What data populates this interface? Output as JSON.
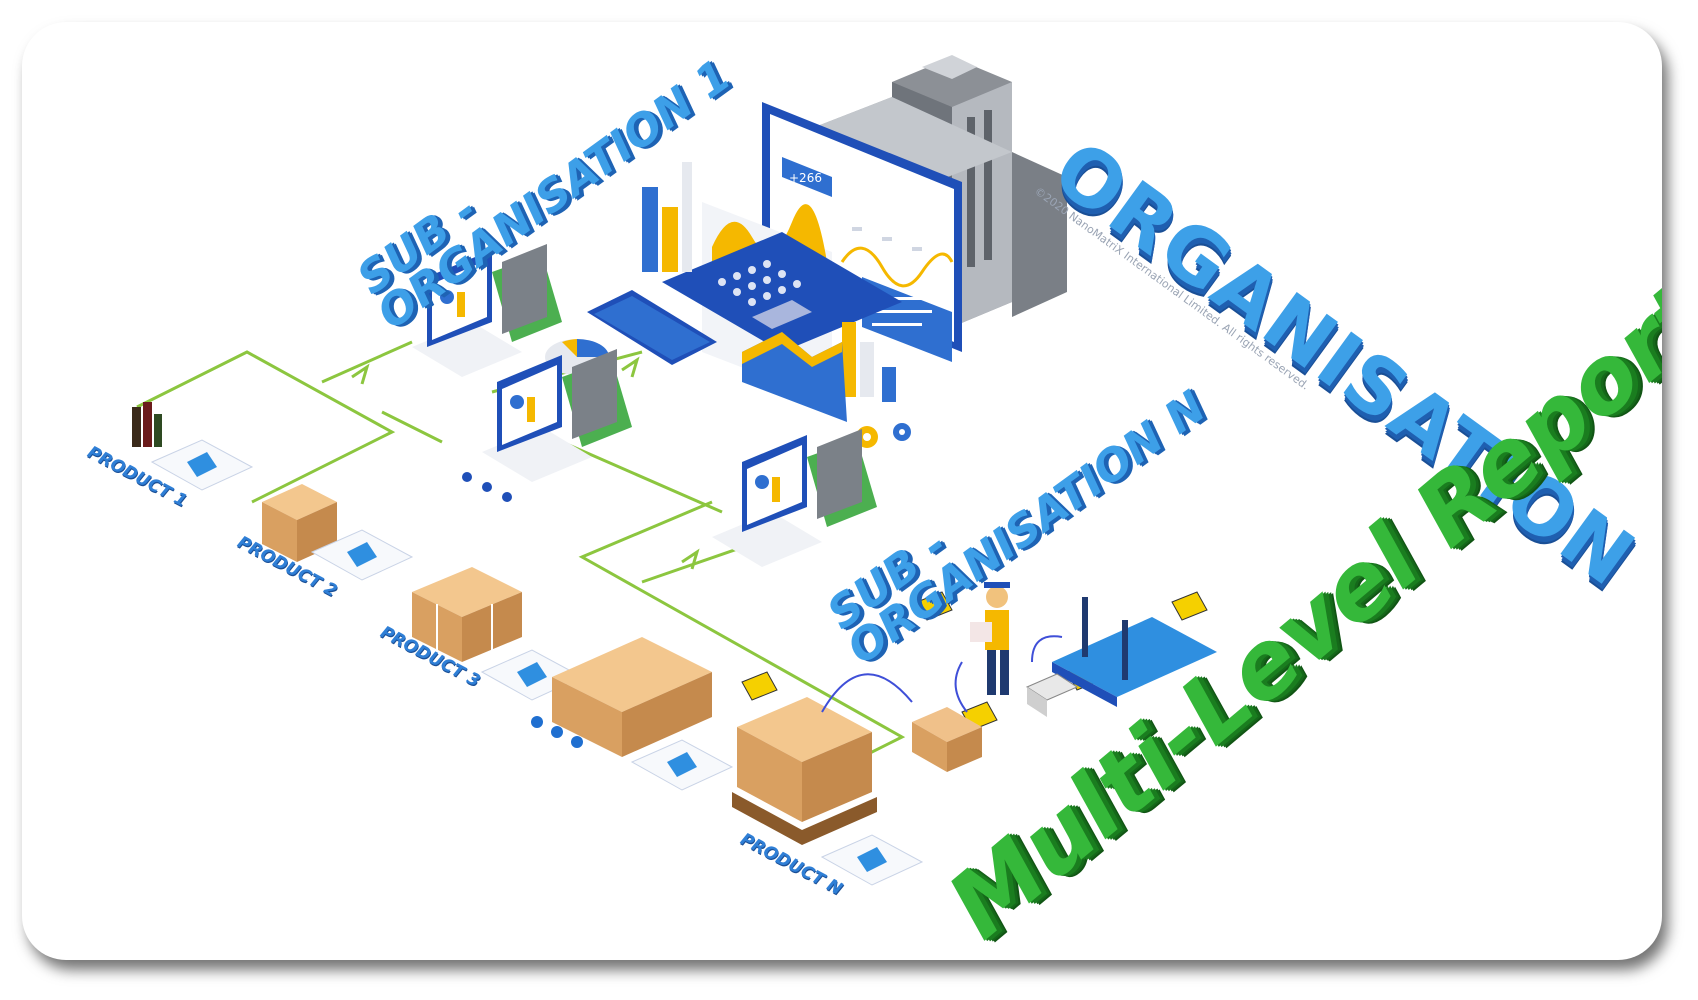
{
  "labels": {
    "organisation": "ORGANISATION",
    "sub_org_1_line1": "SUB -",
    "sub_org_1_line2": "ORGANISATION 1",
    "sub_org_n_line1": "SUB -",
    "sub_org_n_line2": "ORGANISATION N",
    "product_1": "PRODUCT 1",
    "product_2": "PRODUCT 2",
    "product_3": "PRODUCT 3",
    "product_n": "PRODUCT N",
    "title": "Multi-Level Report",
    "dashboard_badge": "+266",
    "copyright": "©2020 NanoMatriX International Limited. All rights reserved."
  },
  "colors": {
    "connector": "#8cc63f",
    "primary_blue": "#2f6fd0",
    "accent_yellow": "#f5b800",
    "title_green": "#35b83a"
  }
}
